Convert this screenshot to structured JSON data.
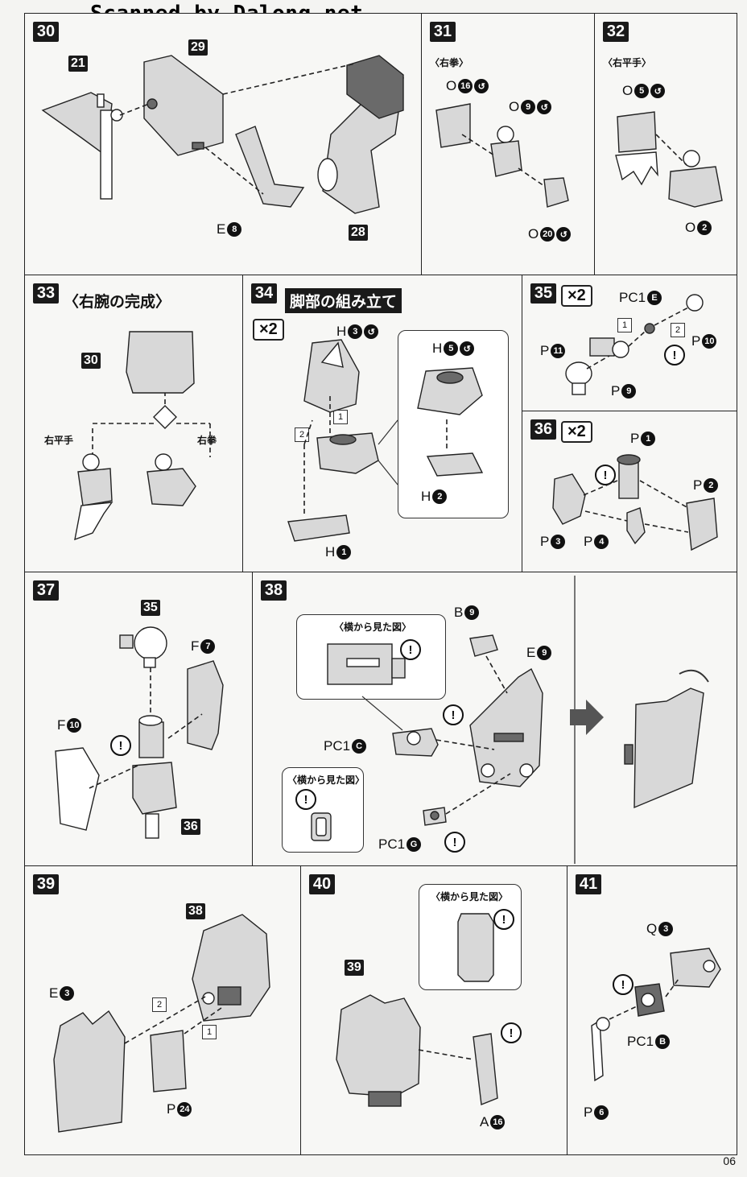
{
  "watermark": "Scanned by Dalong.net",
  "page_number": "06",
  "steps": {
    "s30": {
      "num": "30",
      "ref_a": "21",
      "ref_b": "29",
      "ref_c": "28",
      "part_e": "E",
      "part_e_num": "8"
    },
    "s31": {
      "num": "31",
      "subtitle": "〈右拳〉",
      "p1": "O",
      "p1n": "16",
      "p2": "O",
      "p2n": "9",
      "p3": "O",
      "p3n": "20"
    },
    "s32": {
      "num": "32",
      "subtitle": "〈右平手〉",
      "p1": "O",
      "p1n": "5",
      "p2": "O",
      "p2n": "2"
    },
    "s33": {
      "num": "33",
      "title": "〈右腕の完成〉",
      "ref": "30",
      "label_left": "右平手",
      "label_right": "右拳"
    },
    "s34": {
      "num": "34",
      "title": "脚部の組み立て",
      "mult": "×2",
      "h3": "H",
      "h3n": "3",
      "h5": "H",
      "h5n": "5",
      "h2": "H",
      "h2n": "2",
      "h1": "H",
      "h1n": "1",
      "order1": "1",
      "order2": "2"
    },
    "s35": {
      "num": "35",
      "mult": "×2",
      "pc1": "PC1",
      "pc1n": "E",
      "p11": "P",
      "p11n": "11",
      "p9": "P",
      "p9n": "9",
      "p10": "P",
      "p10n": "10",
      "order1": "1",
      "order2": "2"
    },
    "s36": {
      "num": "36",
      "mult": "×2",
      "p1": "P",
      "p1n": "1",
      "p2": "P",
      "p2n": "2",
      "p3": "P",
      "p3n": "3",
      "p4": "P",
      "p4n": "4"
    },
    "s37": {
      "num": "37",
      "ref_a": "35",
      "ref_b": "36",
      "f7": "F",
      "f7n": "7",
      "f10": "F",
      "f10n": "10"
    },
    "s38": {
      "num": "38",
      "side_view": "〈横から見た図〉",
      "side_view2": "〈横から見た図〉",
      "b9": "B",
      "b9n": "9",
      "e9": "E",
      "e9n": "9",
      "pc1c": "PC1",
      "pc1cn": "C",
      "pc1g": "PC1",
      "pc1gn": "G"
    },
    "s39": {
      "num": "39",
      "ref": "38",
      "e3": "E",
      "e3n": "3",
      "p24": "P",
      "p24n": "24",
      "order1": "1",
      "order2": "2"
    },
    "s40": {
      "num": "40",
      "ref": "39",
      "side_view": "〈横から見た図〉",
      "a16": "A",
      "a16n": "16"
    },
    "s41": {
      "num": "41",
      "q3": "Q",
      "q3n": "3",
      "pc1b": "PC1",
      "pc1bn": "B",
      "p6": "P",
      "p6n": "6"
    }
  },
  "warn_symbol": "!"
}
